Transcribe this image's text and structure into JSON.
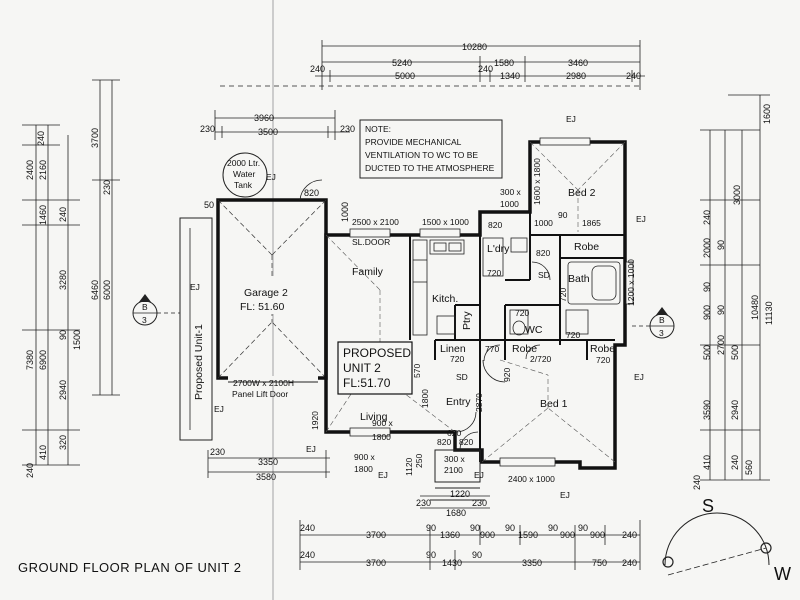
{
  "title": "GROUND FLOOR PLAN OF UNIT 2",
  "note": [
    "NOTE:",
    "PROVIDE MECHANICAL",
    "VENTILATION TO WC TO BE",
    "DUCTED TO THE ATMOSPHERE"
  ],
  "water_tank": [
    "2000 Ltr.",
    "Water",
    "Tank"
  ],
  "garage": {
    "name": "Garage 2",
    "fl": "FL: 51.60",
    "door": "2700W x 2100H",
    "door_type": "Panel Lift Door"
  },
  "proposed": [
    "PROPOSED",
    "UNIT 2",
    "FL:51.70"
  ],
  "rooms": {
    "family": "Family",
    "kitchen": "Kitch.",
    "pantry": "Ptry",
    "laundry": "L'dry",
    "bed1": "Bed 1",
    "bed2": "Bed 2",
    "bath": "Bath",
    "wc": "WC",
    "robe": "Robe",
    "linen": "Linen",
    "living": "Living",
    "entry": "Entry"
  },
  "adjacent": "Proposed Unit-1",
  "sliding_door": "SL.DOOR",
  "sd": "SD",
  "ej": "EJ",
  "section_marker": {
    "letter": "B",
    "sheet": "3"
  },
  "compass": {
    "south": "S",
    "west": "W"
  },
  "top_dims": {
    "row1": "10280",
    "row2": [
      "5240",
      "1580",
      "3460"
    ],
    "row3": [
      "240",
      "5000",
      "240",
      "1340",
      "2980",
      "240"
    ],
    "garage1": "3960",
    "garage2": [
      "230",
      "3500",
      "230"
    ]
  },
  "bottom_dims": {
    "g1": [
      "230",
      "3350"
    ],
    "g2": "3580",
    "row1": [
      "240",
      "3700",
      "90",
      "1360",
      "90",
      "900",
      "90",
      "1590",
      "90",
      "900",
      "90",
      "900",
      "240"
    ],
    "row2": [
      "240",
      "3700",
      "90",
      "1430",
      "90",
      "3350",
      "750",
      "240"
    ],
    "entry": [
      "230",
      "1220",
      "230"
    ],
    "entry_total": "1680"
  },
  "left_dims": {
    "outer": [
      "240",
      "2400",
      "2160",
      "1460",
      "3280",
      "2940",
      "240"
    ],
    "mid": [
      "3700",
      "6460",
      "6000",
      "230"
    ],
    "inner": [
      "7380",
      "6900",
      "90",
      "1500",
      "240",
      "410",
      "320"
    ]
  },
  "right_dims": {
    "outer": [
      "1600",
      "3000",
      "2000",
      "90",
      "2700",
      "3590",
      "410",
      "240"
    ],
    "total": [
      "10480",
      "11130"
    ],
    "inner": [
      "240",
      "90",
      "900",
      "500",
      "90",
      "500",
      "2940",
      "240",
      "560"
    ]
  },
  "openings": {
    "o820a": "820",
    "o50": "50",
    "o1000": "1000",
    "o2500": "2500 x 2100",
    "o1500": "1500 x 1000",
    "o300": "300 x",
    "o300b": "1000",
    "o1600": "1600 x 1800",
    "o1000b": "1000",
    "o90": "90",
    "o1865": "1865",
    "o820b": "820",
    "o820c": "820",
    "o720a": "720",
    "o720b": "720",
    "o720c": "720",
    "o720d": "720",
    "o770": "770",
    "o720e": "2/720",
    "o720f": "720",
    "o1200": "1200 x 1000",
    "o570": "570",
    "o1800": "1800",
    "o900": "900 x",
    "o1800b": "1800",
    "o1920": "1920",
    "o900b": "900 x",
    "o1800c": "1800",
    "o2870": "2870",
    "o620": "620",
    "o820d": "820",
    "o820e": "820",
    "o1120": "1120",
    "o250": "250",
    "o300c": "300 x",
    "o2100": "2100",
    "o2400": "2400 x 1000",
    "o720g": "720",
    "o920": "920"
  }
}
